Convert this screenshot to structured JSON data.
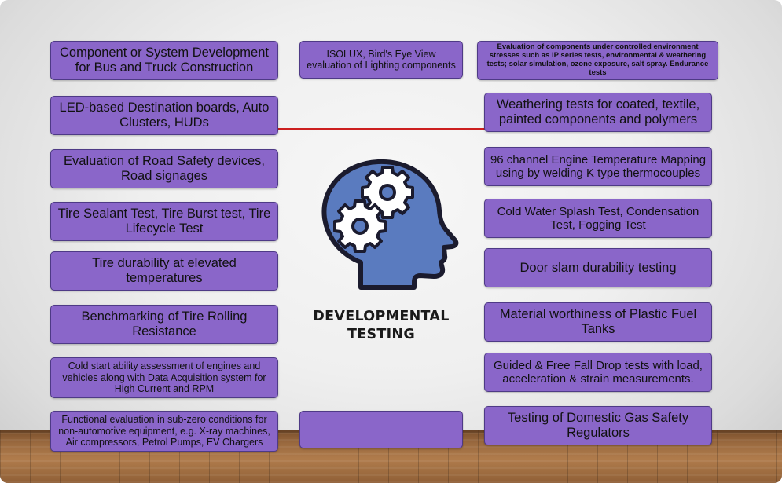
{
  "title": {
    "line1": "DEVELOPMENTAL",
    "line2": "TESTING"
  },
  "left_boxes": [
    "Component or System Development for Bus and Truck Construction",
    "LED-based Destination boards, Auto Clusters, HUDs",
    "Evaluation of Road Safety devices, Road signages",
    "Tire Sealant Test, Tire Burst test, Tire Lifecycle Test",
    "Tire durability at elevated temperatures",
    "Benchmarking of Tire Rolling Resistance",
    "Cold start ability assessment  of engines and vehicles along with Data Acquisition system for High Current and RPM",
    "Functional evaluation in sub-zero conditions for non-automotive equipment, e.g. X-ray machines, Air compressors, Petrol Pumps, EV Chargers"
  ],
  "center_boxes": [
    "ISOLUX, Bird's Eye View evaluation of Lighting components",
    ""
  ],
  "right_boxes": [
    "Evaluation of components under controlled environment stresses such as IP series tests, environmental & weathering tests; solar simulation, ozone exposure, salt spray. Endurance tests",
    "Weathering tests for coated, textile, painted components and polymers",
    "96 channel Engine Temperature Mapping using by welding K type thermocouples",
    "Cold Water Splash Test, Condensation Test, Fogging Test",
    "Door slam durability testing",
    "Material worthiness of Plastic Fuel Tanks",
    "Guided & Free Fall Drop tests with load, acceleration & strain measurements.",
    "Testing of Domestic Gas Safety Regulators"
  ],
  "colors": {
    "box_fill": "#8a66c9",
    "box_border": "#4e3a86",
    "head_fill": "#5a7bbf",
    "head_outline": "#1b1b2e",
    "connector": "#cc1f1f"
  },
  "icons": {
    "head": "head-with-gears-icon"
  }
}
